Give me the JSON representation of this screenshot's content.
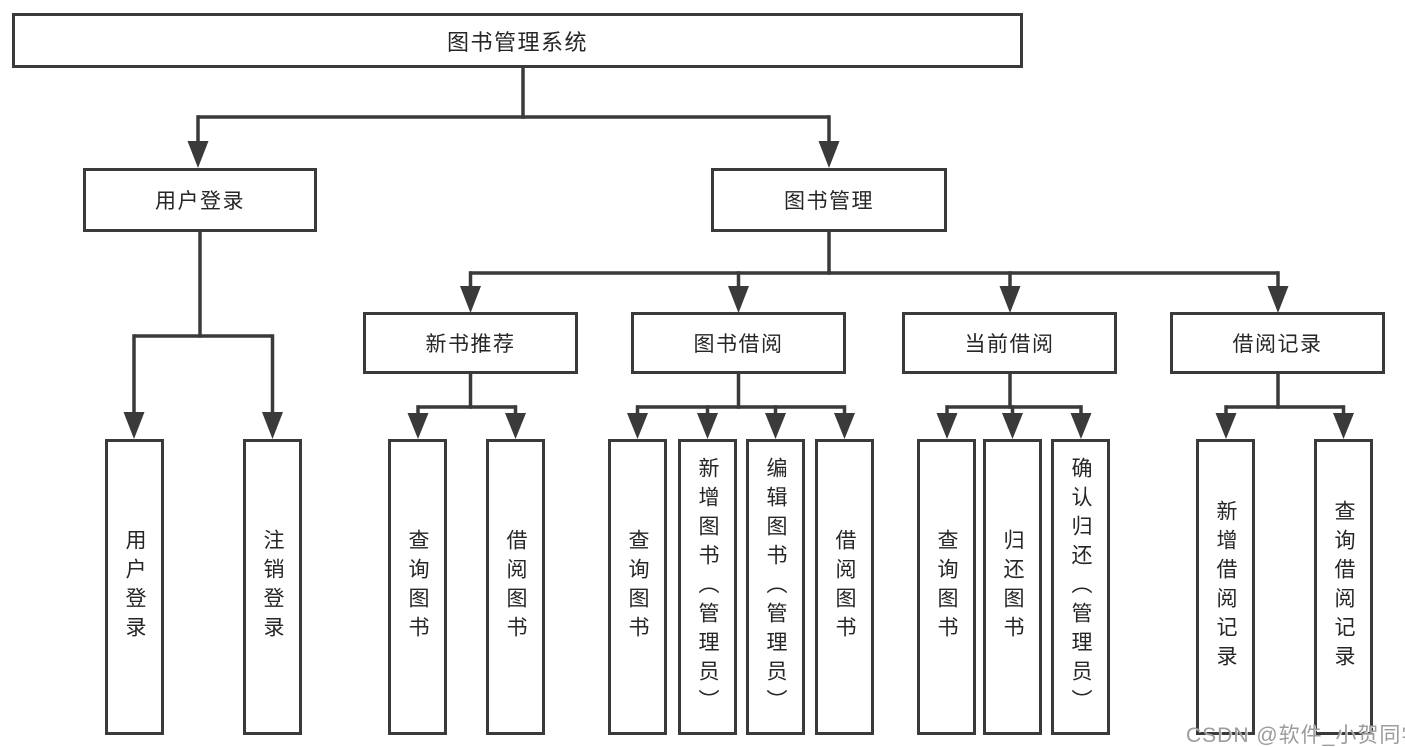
{
  "diagram": {
    "root": "图书管理系统",
    "level2": [
      "用户登录",
      "图书管理"
    ],
    "level3": [
      "新书推荐",
      "图书借阅",
      "当前借阅",
      "借阅记录"
    ],
    "leaves": {
      "user_login": [
        "用户登录",
        "注销登录"
      ],
      "new_book_recommend": [
        "查询图书",
        "借阅图书"
      ],
      "book_borrow": [
        "查询图书",
        "新增图书（管理员）",
        "编辑图书（管理员）",
        "借阅图书"
      ],
      "current_borrow": [
        "查询图书",
        "归还图书",
        "确认归还（管理员）"
      ],
      "borrow_records": [
        "新增借阅记录",
        "查询借阅记录"
      ]
    }
  },
  "watermark": "CSDN @软件_小贺同学",
  "colors": {
    "line": "#3a3a3a",
    "text": "#262626",
    "background": "#ffffff",
    "watermark": "#9c9c9c"
  }
}
